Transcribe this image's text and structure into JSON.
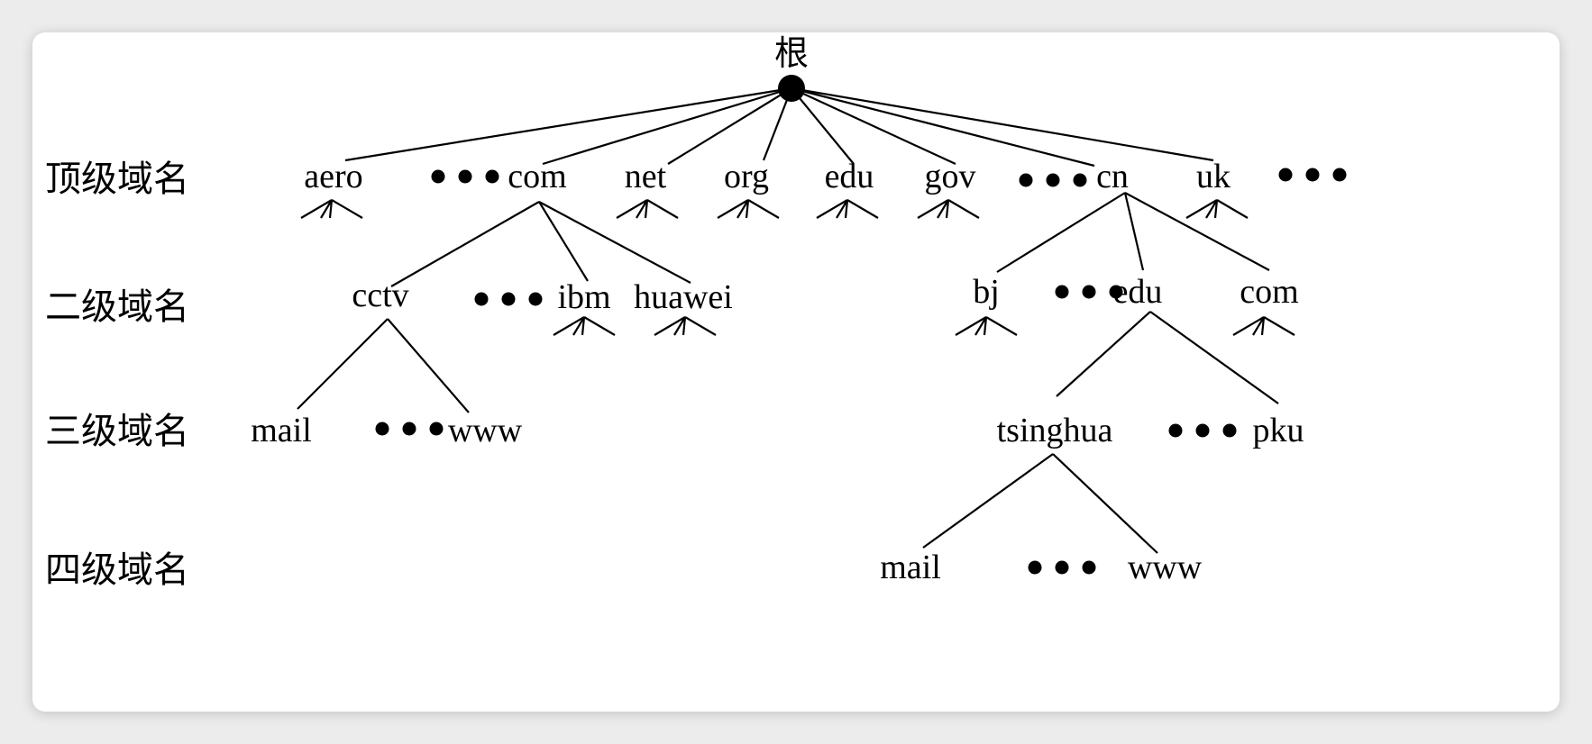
{
  "root": {
    "label": "根"
  },
  "levels": [
    {
      "id": "top",
      "label": "顶级域名"
    },
    {
      "id": "second",
      "label": "二级域名"
    },
    {
      "id": "third",
      "label": "三级域名"
    },
    {
      "id": "fourth",
      "label": "四级域名"
    }
  ],
  "nodes": [
    {
      "id": "aero",
      "label": "aero",
      "level": "top",
      "parent": "root"
    },
    {
      "id": "com",
      "label": "com",
      "level": "top",
      "parent": "root"
    },
    {
      "id": "net",
      "label": "net",
      "level": "top",
      "parent": "root"
    },
    {
      "id": "org",
      "label": "org",
      "level": "top",
      "parent": "root"
    },
    {
      "id": "edu",
      "label": "edu",
      "level": "top",
      "parent": "root"
    },
    {
      "id": "gov",
      "label": "gov",
      "level": "top",
      "parent": "root"
    },
    {
      "id": "cn",
      "label": "cn",
      "level": "top",
      "parent": "root"
    },
    {
      "id": "uk",
      "label": "uk",
      "level": "top",
      "parent": "root"
    },
    {
      "id": "cctv",
      "label": "cctv",
      "level": "second",
      "parent": "com"
    },
    {
      "id": "ibm",
      "label": "ibm",
      "level": "second",
      "parent": "com"
    },
    {
      "id": "huawei",
      "label": "huawei",
      "level": "second",
      "parent": "com"
    },
    {
      "id": "bj",
      "label": "bj",
      "level": "second",
      "parent": "cn"
    },
    {
      "id": "cn-edu",
      "label": "edu",
      "level": "second",
      "parent": "cn"
    },
    {
      "id": "cn-com",
      "label": "com",
      "level": "second",
      "parent": "cn"
    },
    {
      "id": "cctv-mail",
      "label": "mail",
      "level": "third",
      "parent": "cctv"
    },
    {
      "id": "cctv-www",
      "label": "www",
      "level": "third",
      "parent": "cctv"
    },
    {
      "id": "tsinghua",
      "label": "tsinghua",
      "level": "third",
      "parent": "cn-edu"
    },
    {
      "id": "pku",
      "label": "pku",
      "level": "third",
      "parent": "cn-edu"
    },
    {
      "id": "tsinghua-mail",
      "label": "mail",
      "level": "fourth",
      "parent": "tsinghua"
    },
    {
      "id": "tsinghua-www",
      "label": "www",
      "level": "fourth",
      "parent": "tsinghua"
    }
  ],
  "ellipsis_count": 3
}
